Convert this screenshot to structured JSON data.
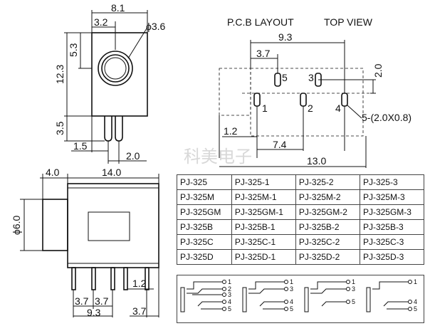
{
  "headers": {
    "pcb_layout": "P.C.B LAYOUT",
    "top_view": "TOP VIEW"
  },
  "watermark": "科美电子",
  "front_view": {
    "width": "8.1",
    "offset": "3.2",
    "hole": "ϕ3.6",
    "upper": "5.3",
    "height": "12.3",
    "pin_length": "3.5",
    "pin_offset": "1.5",
    "pin_pitch": "2.0"
  },
  "pcb": {
    "span": "9.3",
    "pad_offset": "3.7",
    "row_gap": "2.0",
    "edge": "1.2",
    "mid": "7.4",
    "total": "13.0",
    "pad_size": "5-(2.0X0.8)",
    "pins": [
      "1",
      "2",
      "3",
      "4",
      "5"
    ]
  },
  "side_view": {
    "nose": "4.0",
    "body": "14.0",
    "diameter": "ϕ6.0",
    "pitch_a": "3.7",
    "pitch_b": "3.7",
    "pin_span": "9.3",
    "rear": "3.7",
    "pin_gap": "1.2"
  },
  "models": [
    [
      "PJ-325",
      "PJ-325-1",
      "PJ-325-2",
      "PJ-325-3"
    ],
    [
      "PJ-325M",
      "PJ-325M-1",
      "PJ-325M-2",
      "PJ-325M-3"
    ],
    [
      "PJ-325GM",
      "PJ-325GM-1",
      "PJ-325GM-2",
      "PJ-325GM-3"
    ],
    [
      "PJ-325B",
      "PJ-325B-1",
      "PJ-325B-2",
      "PJ-325B-3"
    ],
    [
      "PJ-325C",
      "PJ-325C-1",
      "PJ-325C-2",
      "PJ-325C-3"
    ],
    [
      "PJ-325D",
      "PJ-325D-1",
      "PJ-325D-2",
      "PJ-325D-3"
    ]
  ],
  "schematic_pins": [
    "1",
    "2",
    "3",
    "4",
    "5"
  ]
}
